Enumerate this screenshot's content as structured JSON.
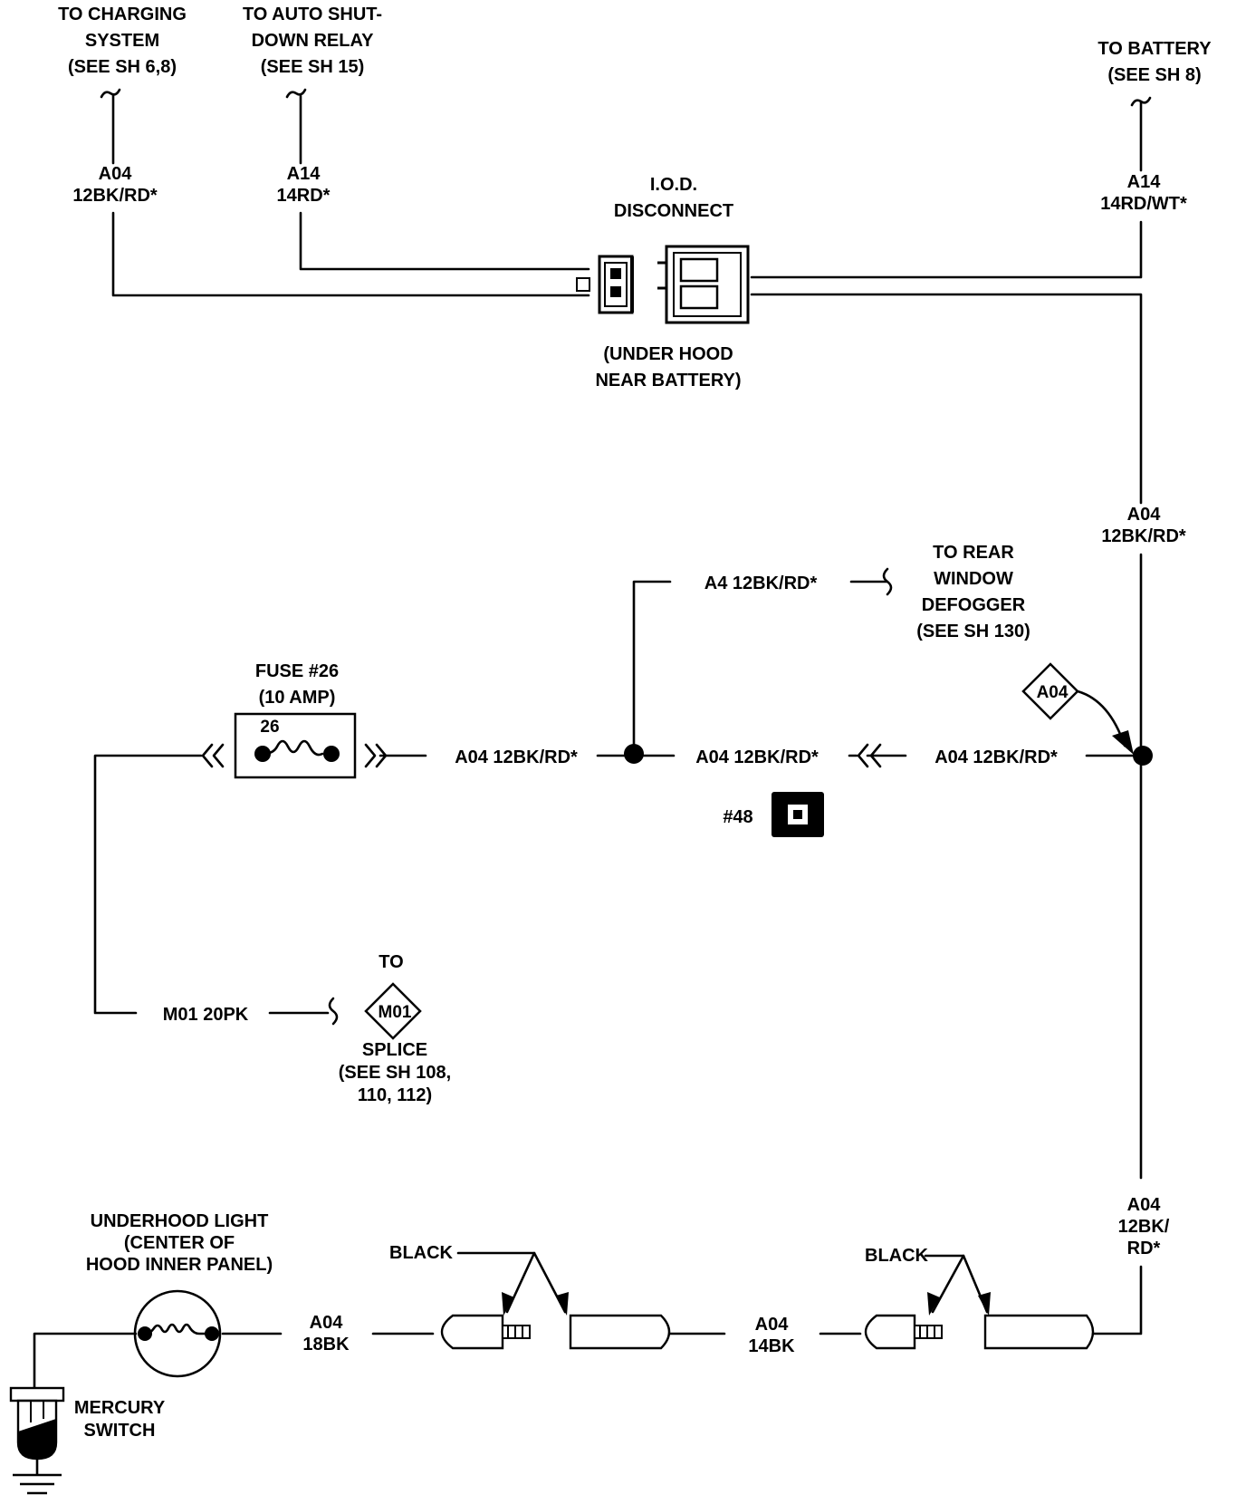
{
  "labels": {
    "to_charging": [
      "TO CHARGING",
      "SYSTEM",
      "(SEE SH 6,8)"
    ],
    "to_asd": [
      "TO AUTO SHUT-",
      "DOWN RELAY",
      "(SEE SH 15)"
    ],
    "to_battery": [
      "TO BATTERY",
      "(SEE SH 8)"
    ],
    "wire_a04_left": [
      "A04",
      "12BK/RD*"
    ],
    "wire_a14_left": [
      "A14",
      "14RD*"
    ],
    "wire_a14_right": [
      "A14",
      "14RD/WT*"
    ],
    "iod": [
      "I.O.D.",
      "DISCONNECT"
    ],
    "iod_location": [
      "(UNDER HOOD",
      "NEAR BATTERY)"
    ],
    "wire_a04_right_upper": [
      "A04",
      "12BK/RD*"
    ],
    "a4_wire": "A4 12BK/RD*",
    "to_rear_defogger": [
      "TO REAR",
      "WINDOW",
      "DEFOGGER",
      "(SEE SH 130)"
    ],
    "splice_a04": "A04",
    "fuse": [
      "FUSE #26",
      "(10 AMP)"
    ],
    "fuse_number": "26",
    "wire_mid_1": "A04 12BK/RD*",
    "wire_mid_2": "A04 12BK/RD*",
    "wire_mid_3": "A04 12BK/RD*",
    "connector_48": "#48",
    "to_label": "TO",
    "m01_wire": "M01 20PK",
    "splice_m01": "M01",
    "splice_ref": [
      "SPLICE",
      "(SEE SH  108,",
      "110, 112)"
    ],
    "wire_a04_right_lower": [
      "A04",
      "12BK/",
      "RD*"
    ],
    "underhood_light": [
      "UNDERHOOD LIGHT",
      "(CENTER OF",
      "HOOD INNER PANEL)"
    ],
    "black_left": "BLACK",
    "black_right": "BLACK",
    "wire_18bk": [
      "A04",
      "18BK"
    ],
    "wire_14bk": [
      "A04",
      "14BK"
    ],
    "mercury_switch": [
      "MERCURY",
      "SWITCH"
    ]
  }
}
